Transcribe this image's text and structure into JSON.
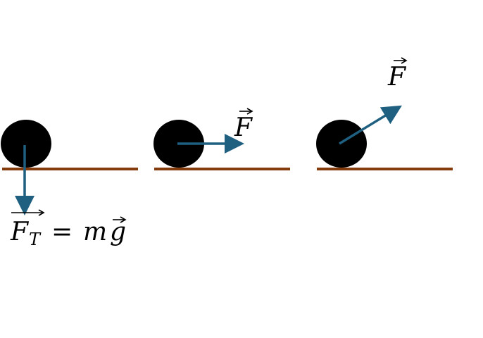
{
  "colors": {
    "background": "#ffffff",
    "ball": "#000000",
    "ground": "#843c0c",
    "arrow": "#1f5f80",
    "text": "#000000"
  },
  "panels": [
    {
      "name": "gravity",
      "vector": "F_T",
      "arrow_direction": "down"
    },
    {
      "name": "horizontal-force",
      "vector": "F",
      "arrow_direction": "right"
    },
    {
      "name": "inclined-force",
      "vector": "F",
      "arrow_direction": "up-right"
    }
  ],
  "labels": {
    "gravity_vector": "F",
    "gravity_subscript": "T",
    "equals": "=",
    "mass": "m",
    "gravity_symbol": "g",
    "force_symbol": "F",
    "force_symbol_inclined": "F",
    "arrow_glyph": "⃗"
  }
}
